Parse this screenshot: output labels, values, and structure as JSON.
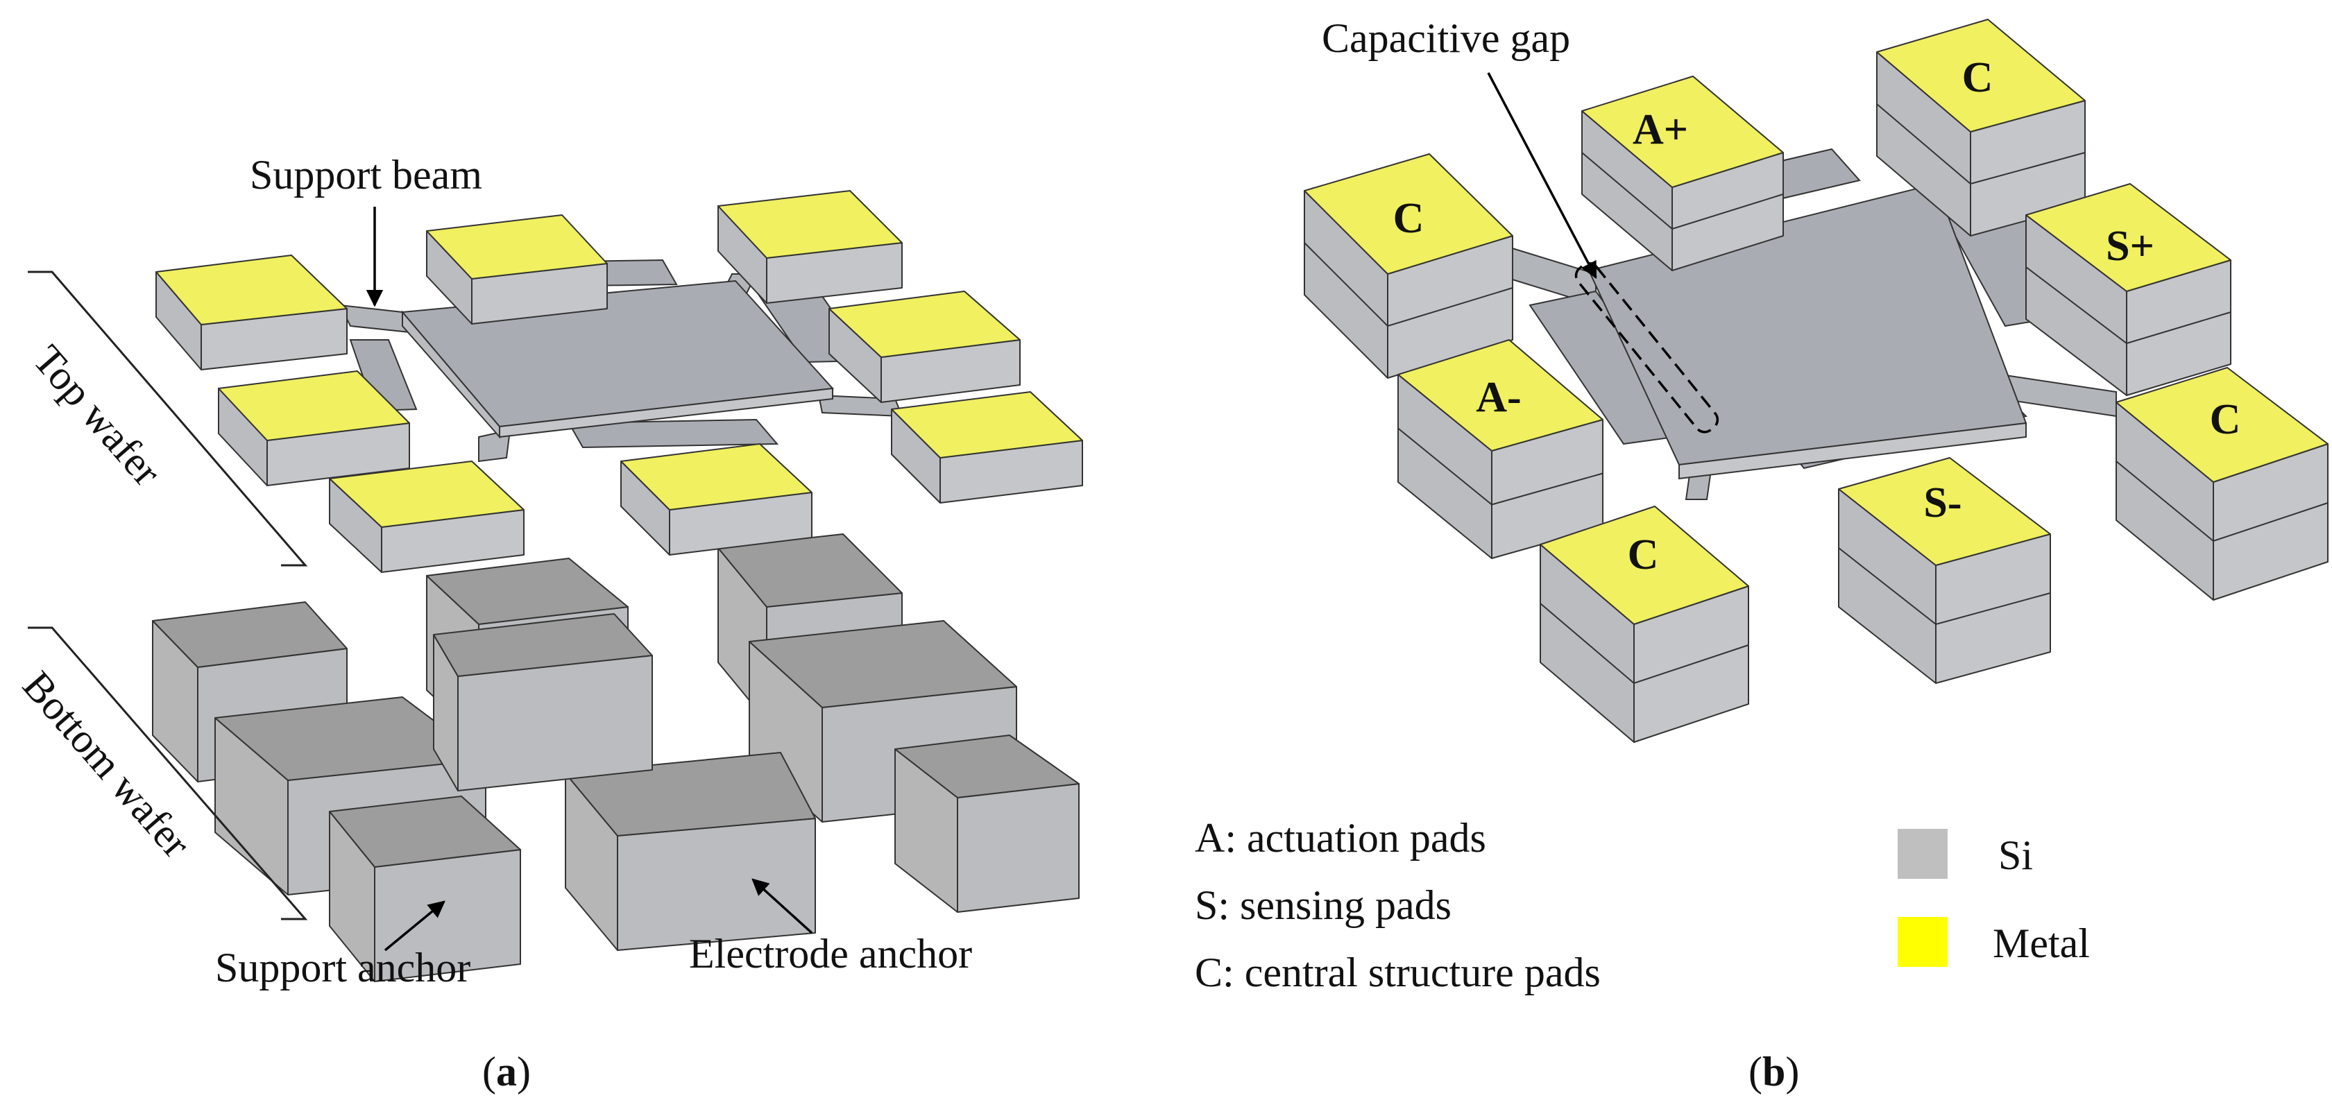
{
  "colors": {
    "metal": "#f0f060",
    "si_top": "#a9adb3",
    "si_side": "#c4c6c9",
    "si_front": "#babcbf",
    "si_dark_top": "#9d9d9d",
    "si_dark_side": "#b6b6b6",
    "edge": "#333333",
    "legend_si": "#bfbfbf",
    "legend_metal": "#ffff00"
  },
  "panel_a": {
    "caption": "a",
    "label_support_beam": "Support beam",
    "label_top_wafer": "Top wafer",
    "label_bottom_wafer": "Bottom wafer",
    "label_support_anchor": "Support anchor",
    "label_electrode_anchor": "Electrode anchor"
  },
  "panel_b": {
    "caption": "b",
    "label_capacitive_gap": "Capacitive gap",
    "pads": {
      "c_upper_left": "C",
      "a_plus": "A+",
      "c_top_right": "C",
      "s_plus": "S+",
      "a_minus": "A-",
      "c_right": "C",
      "c_bottom": "C",
      "s_minus": "S-"
    },
    "definitions": [
      "A: actuation pads",
      "S: sensing pads",
      "C: central structure pads"
    ],
    "legend": [
      {
        "name": "Si"
      },
      {
        "name": "Metal"
      }
    ]
  }
}
